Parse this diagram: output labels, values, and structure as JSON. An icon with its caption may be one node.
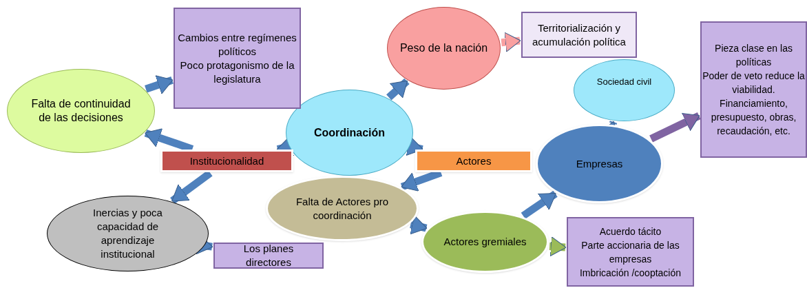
{
  "diagram": {
    "nodes": [
      {
        "text": [
          "Coordinación"
        ]
      },
      {
        "text": [
          "Peso de la nación"
        ]
      },
      {
        "text": [
          "Territorialización y acumulación política"
        ]
      },
      {
        "text": [
          "Cambios entre regímenes políticos",
          "Poco protagonismo de la legislatura"
        ]
      },
      {
        "text": [
          "Falta de continuidad de las decisiones"
        ]
      },
      {
        "text": [
          "Institucionalidad"
        ]
      },
      {
        "text": [
          "Actores"
        ]
      },
      {
        "text": [
          "Sociedad civil"
        ]
      },
      {
        "text": [
          "Empresas"
        ]
      },
      {
        "text": [
          "Pieza clase en las políticas",
          "Poder de veto reduce la viabilidad.",
          "Financiamiento, presupuesto, obras, recaudación, etc."
        ]
      },
      {
        "text": [
          "Inercias y poca capacidad de aprendizaje institucional"
        ]
      },
      {
        "text": [
          "Los planes directores"
        ]
      },
      {
        "text": [
          "Falta de Actores pro coordinación"
        ]
      },
      {
        "text": [
          "Actores gremiales"
        ]
      },
      {
        "text": [
          "Acuerdo tácito",
          "Parte accionaria de las empresas",
          "Imbricación /cooptación"
        ]
      }
    ],
    "edges": [
      {
        "from": 0,
        "to": 1,
        "arrow": "to"
      },
      {
        "from": 1,
        "to": 2,
        "arrow": "to",
        "color": "#f9a0a0"
      },
      {
        "from": 4,
        "to": 3,
        "arrow": "to"
      },
      {
        "from": 0,
        "to": 5,
        "arrow": "to"
      },
      {
        "from": 5,
        "to": 4,
        "arrow": "to"
      },
      {
        "from": 5,
        "to": 10,
        "arrow": "to"
      },
      {
        "from": 10,
        "to": 11,
        "arrow": "to"
      },
      {
        "from": 0,
        "to": 6,
        "arrow": "to"
      },
      {
        "from": 6,
        "to": 12,
        "arrow": "to"
      },
      {
        "from": 12,
        "to": 13,
        "arrow": "to"
      },
      {
        "from": 13,
        "to": 8,
        "arrow": "to"
      },
      {
        "from": 8,
        "to": 7,
        "arrow": "to"
      },
      {
        "from": 8,
        "to": 9,
        "arrow": "to",
        "color": "#8064a2"
      },
      {
        "from": 13,
        "to": 14,
        "arrow": "to",
        "color": "#9bbb59"
      }
    ]
  }
}
